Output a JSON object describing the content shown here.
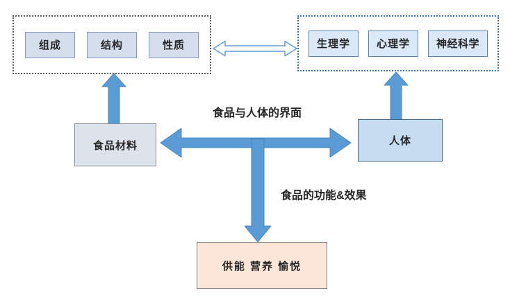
{
  "diagram": {
    "food_attributes_group": {
      "items": [
        "组成",
        "结构",
        "性质"
      ]
    },
    "body_sciences_group": {
      "items": [
        "生理学",
        "心理学",
        "神经科学"
      ]
    },
    "food_material_box": {
      "label": "食品材料"
    },
    "human_body_box": {
      "label": "人体"
    },
    "outcome_box": {
      "label": "供能 营养 愉悦"
    },
    "interface_label": "食品与人体的界面",
    "function_effect_label": "食品的功能&效果"
  },
  "colors": {
    "canvas_bg": "#ffffff",
    "text_color": "#262626",
    "group_left_border": "#595959",
    "group_right_border": "#2e74b5",
    "chip_left_fill": "#d5deed",
    "chip_left_border": "#8195ba",
    "chip_right_fill": "#dae8f7",
    "chip_right_border": "#5a87bb",
    "food_box_fill": "#dde3eb",
    "food_box_border": "#808b98",
    "body_box_fill": "#c6dcf0",
    "body_box_border": "#44688c",
    "outcome_box_fill": "#fce6d8",
    "outcome_box_border": "#717a84",
    "arrow_fill": "#5b9bd5",
    "arrow_edge": "#4a88c0",
    "hollow_arrow_fill": "#ffffff",
    "hollow_arrow_stroke": "#5b9bd5"
  }
}
